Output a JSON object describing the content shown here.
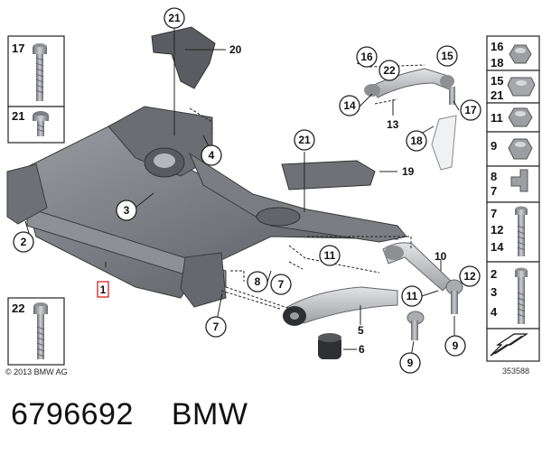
{
  "diagram": {
    "callouts": {
      "c1": "1",
      "c2": "2",
      "c3": "3",
      "c4": "4",
      "c5": "5",
      "c6": "6",
      "c7a": "7",
      "c7b": "7",
      "c8": "8",
      "c9a": "9",
      "c9b": "9",
      "c10": "10",
      "c11a": "11",
      "c11b": "11",
      "c12": "12",
      "c13": "13",
      "c14": "14",
      "c15": "15",
      "c16": "16",
      "c17": "17",
      "c18": "18",
      "c19": "19",
      "c20": "20",
      "c21a": "21",
      "c21b": "21",
      "c22": "22"
    },
    "left_legend": {
      "b17": "17",
      "b21": "21",
      "b22": "22"
    },
    "right_legend": {
      "r16": "16",
      "r18": "18",
      "r15": "15",
      "r21": "21",
      "r11": "11",
      "r9": "9",
      "r8": "8",
      "r7": "7",
      "r12": "12",
      "r14": "14",
      "r2": "2",
      "r3": "3",
      "r4": "4"
    },
    "copyright": "© 2013 BMW AG",
    "figure_number": "353588"
  },
  "footer": {
    "part_number": "6796692",
    "brand": "BMW"
  },
  "colors": {
    "frame_dark": "#5b5d62",
    "frame_mid": "#8a8c91",
    "frame_light": "#b9bbbf",
    "arm_light": "#c9cbcf",
    "callout_stroke": "#222222",
    "highlight_red": "#d42020",
    "bracket_pink": "#f2b8c0"
  }
}
